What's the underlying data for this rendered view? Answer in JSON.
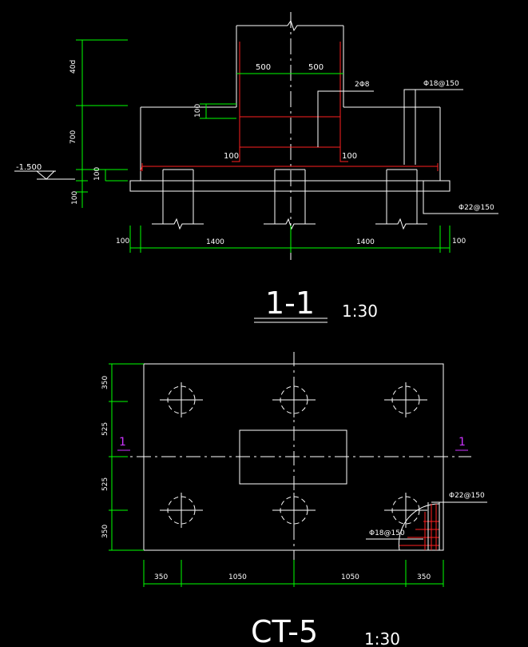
{
  "section_view": {
    "dims_left": [
      "40d",
      "700",
      "100",
      "100"
    ],
    "dim_rebar_top": "100",
    "elevation": "-1.500",
    "dims_top": [
      "500",
      "500"
    ],
    "dims_inner": [
      "100",
      "100"
    ],
    "dims_bottom": [
      "100",
      "1400",
      "1400",
      "100"
    ],
    "labels": {
      "stirrup": "2Φ8",
      "rebar_top": "Φ18@150",
      "rebar_bottom": "Φ22@150"
    },
    "title": "1-1",
    "scale": "1:30"
  },
  "plan_view": {
    "dims_left": [
      "350",
      "525",
      "525",
      "350"
    ],
    "dims_bottom": [
      "350",
      "1050",
      "1050",
      "350"
    ],
    "section_mark_left": "1",
    "section_mark_right": "1",
    "labels": {
      "rebar_a": "Φ22@150",
      "rebar_b": "Φ18@150"
    },
    "title": "CT-5",
    "scale": "1:30"
  },
  "colors": {
    "background": "#000000",
    "outline": "#ffffff",
    "dimension": "#00ff00",
    "rebar": "#ff2020",
    "section_mark": "#cc33ff"
  }
}
